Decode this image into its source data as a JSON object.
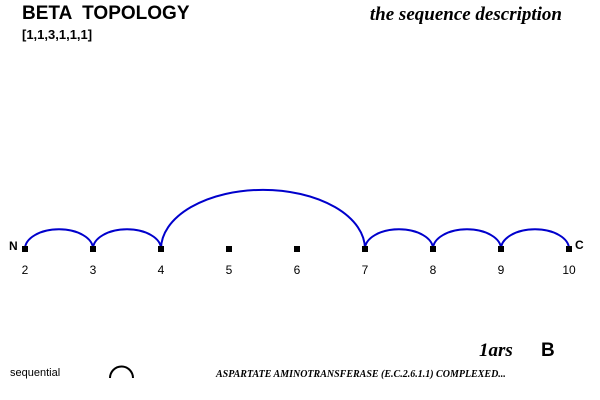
{
  "header": {
    "title": "BETA  TOPOLOGY",
    "sequence": "[1,1,3,1,1,1]",
    "description": "the sequence description"
  },
  "topology": {
    "n_label": "N",
    "c_label": "C",
    "strands": [
      "2",
      "3",
      "4",
      "5",
      "6",
      "7",
      "8",
      "9",
      "10"
    ],
    "connections": [
      {
        "from": "2",
        "to": "3"
      },
      {
        "from": "3",
        "to": "4"
      },
      {
        "from": "4",
        "to": "7"
      },
      {
        "from": "7",
        "to": "8"
      },
      {
        "from": "8",
        "to": "9"
      },
      {
        "from": "9",
        "to": "10"
      }
    ],
    "arc_color": "#0000cc",
    "marker_color": "#000000"
  },
  "footer": {
    "pdb_id": "1ars",
    "chain": "B",
    "legend_label": "sequential",
    "protein_name": "ASPARTATE AMINOTRANSFERASE (E.C.2.6.1.1) COMPLEXED..."
  }
}
